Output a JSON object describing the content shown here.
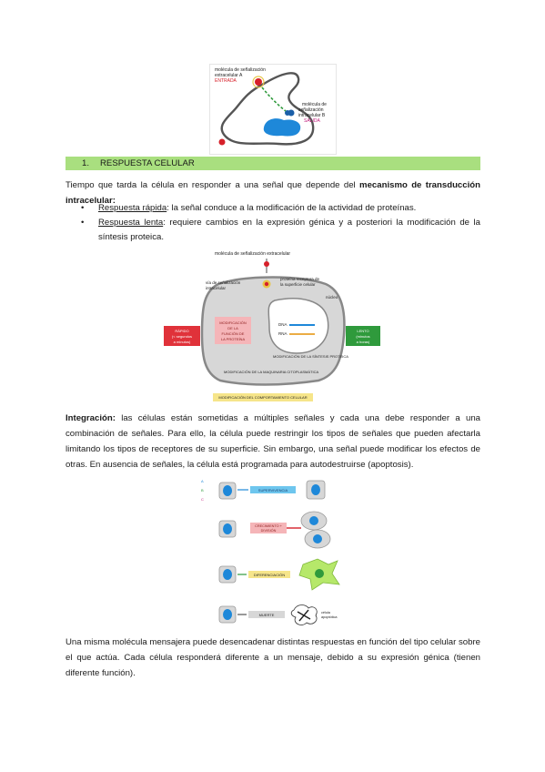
{
  "figure1": {
    "label_extracellular_line1": "molécula de señalización",
    "label_extracellular_line2": "extracelular A",
    "label_input": "ENTRADA",
    "label_intracellular_line1": "molécula de",
    "label_intracellular_line2": "señalización",
    "label_intracellular_line3": "intracelular B",
    "label_output": "SALIDA"
  },
  "section": {
    "number": "1.",
    "title": "RESPUESTA CELULAR"
  },
  "intro": {
    "text": "Tiempo que tarda la célula en responder a una señal que depende del ",
    "bold": "mecanismo de transducción intracelular:"
  },
  "bullets": [
    {
      "term": "Respuesta rápida",
      "rest": ": la señal conduce a la modificación de la actividad de proteínas."
    },
    {
      "term": "Respuesta lenta",
      "rest": ": requiere cambios en la expresión génica y a posteriori la modificación de la síntesis proteica."
    }
  ],
  "figure2": {
    "title": "molécula de señalización extracelular",
    "pathway_line1": "vía de señalización",
    "pathway_line2": "intracelular",
    "receptor_line1": "proteína receptora de",
    "receptor_line2": "la superficie celular",
    "nucleus": "núcleo",
    "dna": "DNA",
    "rna": "RNA",
    "mod_protein_line1": "MODIFICACIÓN",
    "mod_protein_line2": "DE LA",
    "mod_protein_line3": "FUNCIÓN DE",
    "mod_protein_line4": "LA PROTEÍNA",
    "mod_synthesis": "MODIFICACIÓN DE LA SÍNTESIS PROTEICA",
    "mod_machinery": "MODIFICACIÓN DE LA MAQUINARIA CITOPLASMÁTICA",
    "mod_behavior": "MODIFICACIÓN DEL COMPORTAMIENTO CELULAR",
    "fast_line1": "RÁPIDO",
    "fast_line2": "(< segundos",
    "fast_line3": "a minutos)",
    "slow_line1": "LENTO",
    "slow_line2": "(minutos",
    "slow_line3": "a horas)"
  },
  "integration": {
    "bold": "Integración:",
    "text": " las células están sometidas a múltiples señales y cada una debe responder a una combinación de señales. Para ello, la célula puede restringir los tipos de señales que pueden afectarla limitando los tipos de receptores de su superficie. Sin embargo, una señal puede modificar los efectos de otras. En ausencia de señales, la célula está programada para autodestruirse (apoptosis)."
  },
  "figure3": {
    "survival": "SUPERVIVENCIA",
    "growth_line1": "CRECIMIENTO +",
    "growth_line2": "DIVISIÓN",
    "differentiation": "DIFERENCIACIÓN",
    "death": "MUERTE",
    "apoptotic_line1": "célula",
    "apoptotic_line2": "apoptótica",
    "letters": [
      "A",
      "B",
      "C"
    ]
  },
  "closing": {
    "text": "Una misma molécula mensajera puede desencadenar distintas respuestas en función del tipo celular sobre el que actúa. Cada célula responderá diferente a un mensaje, debido a su expresión génica (tienen diferente función)."
  },
  "colors": {
    "heading_bar": "#a9df7f",
    "input_red": "#d6202a",
    "output_magenta": "#c2207e",
    "nucleus_blue": "#1e88d9",
    "fast_red": "#e0323a",
    "slow_green": "#2f9a3c",
    "behavior_yellow": "#f6e58a",
    "cell_grey": "#d7d7d7"
  }
}
